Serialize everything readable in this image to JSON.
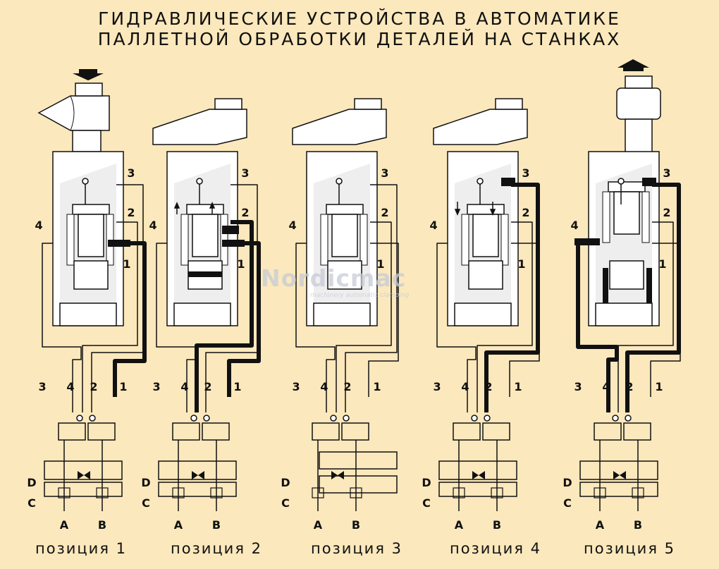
{
  "title": {
    "line1": "ГИДРАВЛИЧЕСКИЕ УСТРОЙСТВА В АВТОМАТИКЕ",
    "line2": "ПАЛЛЕТНОЙ ОБРАБОТКИ ДЕТАЛЕЙ НА СТАНКАХ"
  },
  "port_labels": [
    "3",
    "2",
    "4",
    "1"
  ],
  "line_labels": [
    "3",
    "4",
    "2",
    "1"
  ],
  "valve_side_labels": [
    "D",
    "C"
  ],
  "valve_bottom_labels": [
    "A",
    "B"
  ],
  "positions": [
    {
      "caption": "позиция 1",
      "arrow": "down",
      "pressure_lines": [
        "1"
      ],
      "piston_arrows": "none"
    },
    {
      "caption": "позиция 2",
      "arrow": "none",
      "pressure_lines": [
        "1",
        "2"
      ],
      "piston_arrows": "up"
    },
    {
      "caption": "позиция 3",
      "arrow": "none",
      "pressure_lines": [],
      "piston_arrows": "none"
    },
    {
      "caption": "позиция 4",
      "arrow": "none",
      "pressure_lines": [
        "3"
      ],
      "piston_arrows": "down"
    },
    {
      "caption": "позиция 5",
      "arrow": "up",
      "pressure_lines": [
        "3",
        "4"
      ],
      "piston_arrows": "none"
    }
  ],
  "watermark": {
    "name": "Nordicmac",
    "tagline": "machinery automatic clamping"
  },
  "colors": {
    "background": "#fbe8bc",
    "body": "#eeeeee",
    "line": "#111111"
  },
  "icons": [
    "arrow-down-icon",
    "arrow-up-icon",
    "hydraulic-valve-symbol"
  ]
}
